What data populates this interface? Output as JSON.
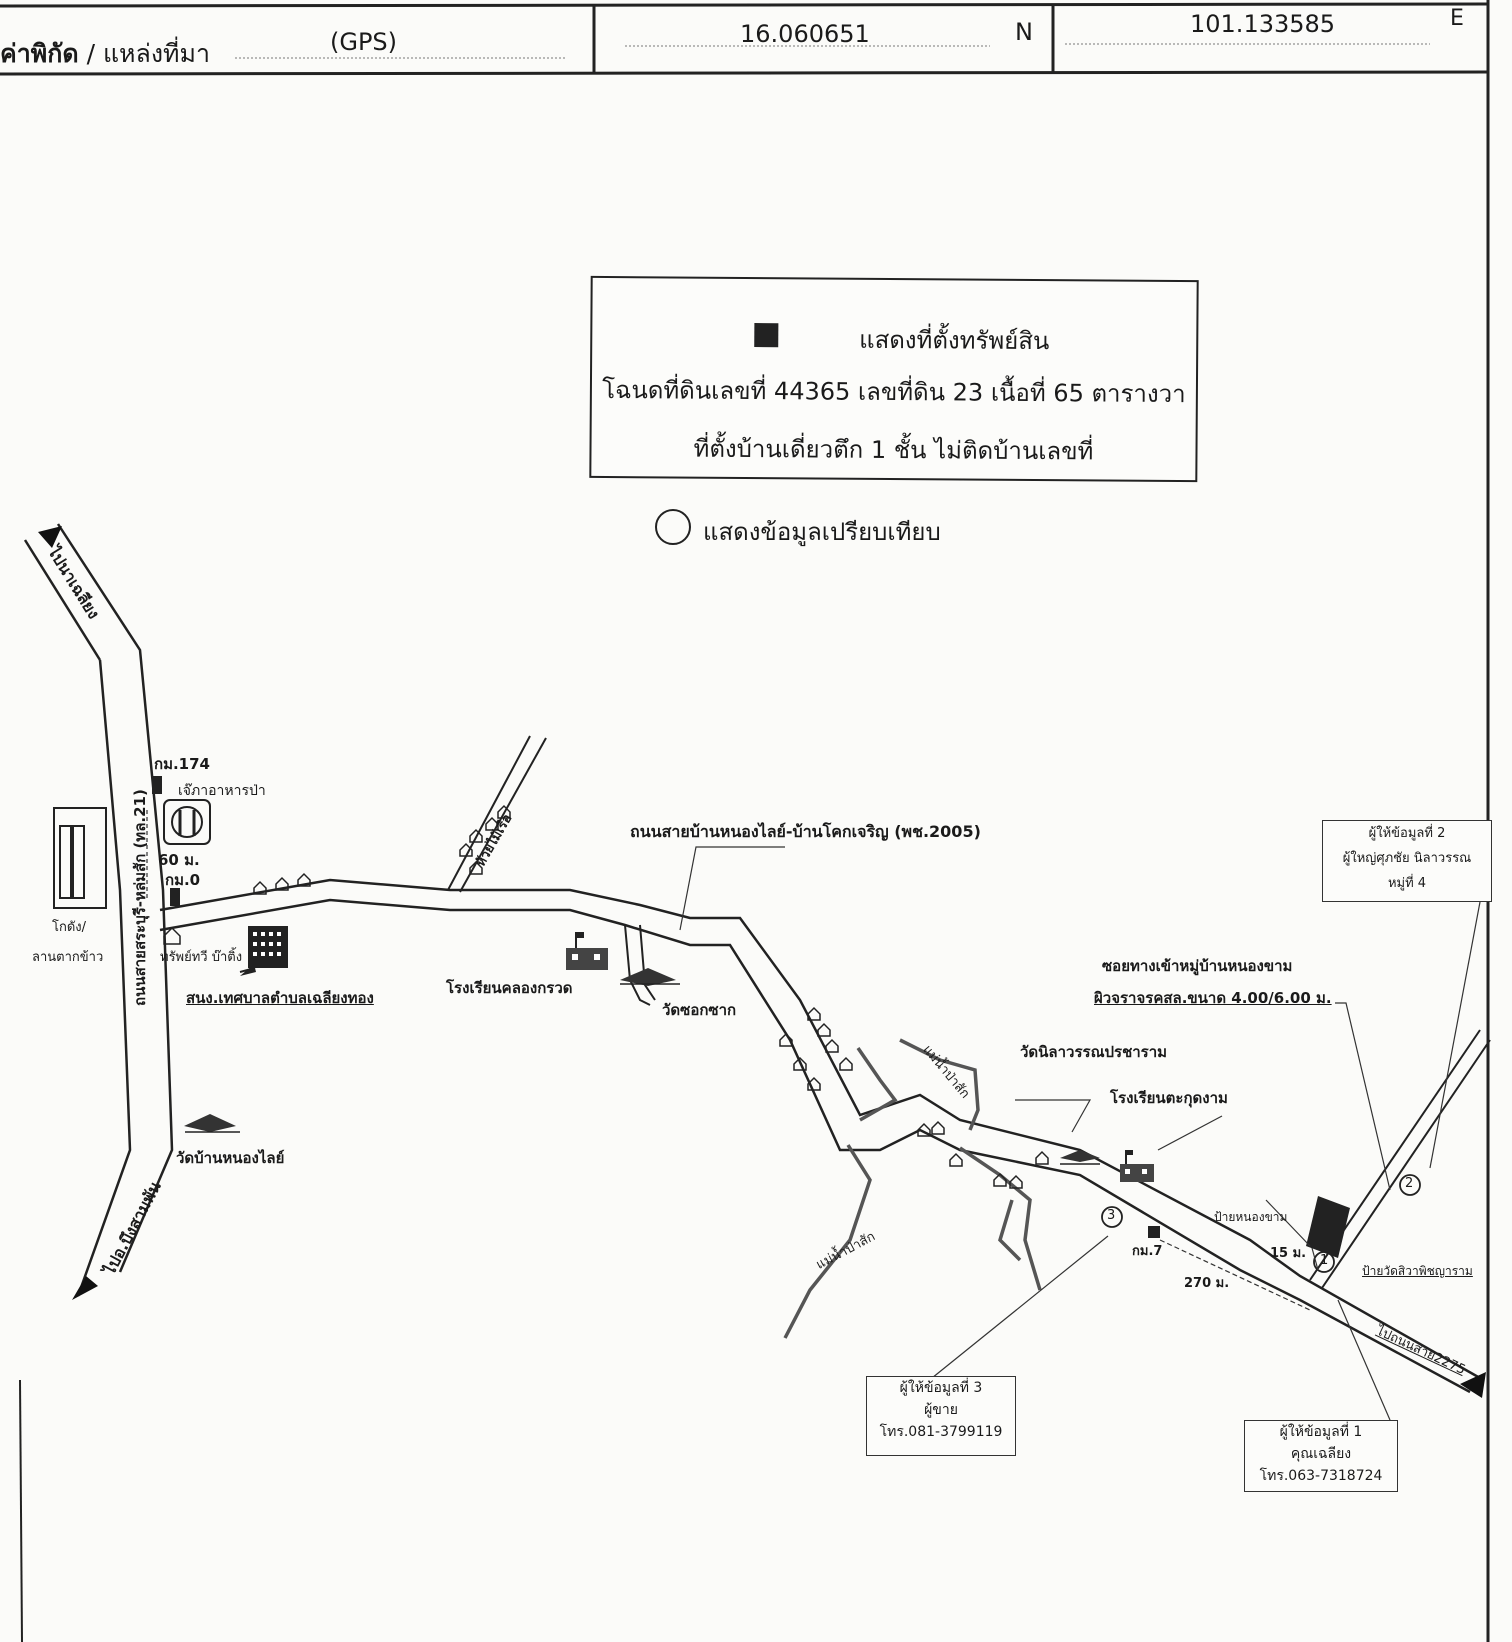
{
  "header": {
    "coord_label_bold": "ค่าพิกัด",
    "coord_label_rest": " / แหล่งที่มา",
    "source": "(GPS)",
    "lat_value": "16.060651",
    "lat_unit": "N",
    "lon_value": "101.133585",
    "lon_unit": "E"
  },
  "legend": {
    "line1": "แสดงที่ตั้งทรัพย์สิน",
    "line2": "โฉนดที่ดินเลขที่ 44365 เลขที่ดิน 23  เนื้อที่ 65 ตารางวา",
    "line3": "ที่ตั้งบ้านเดี่ยวตึก 1 ชั้น  ไม่ติดบ้านเลขที่",
    "circle_text": "แสดงข้อมูลเปรียบเทียบ"
  },
  "labels": {
    "to_na_chaliang": "ไปนาเฉลียง",
    "to_bueng_sam_phan": "ไปอ.บึงสามพัน",
    "highway21": "ถนนสายสระบุรี-หล่มสัก (ทล.21)",
    "km174": "กม.174",
    "restaurant": "เจ๊ภาอาหารป่า",
    "dist60": "60 ม.",
    "km0": "กม.0",
    "warehouse": "โกดัง/",
    "rice_yard": "ลานตากข้าว",
    "shop": "ทรัพย์ทวี บ๊าติ้ง",
    "municipality": "สนง.เทศบาลตำบลเฉลียงทอง",
    "school1": "โรงเรียนคลองกรวด",
    "temple1": "วัดซอกซาก",
    "temple2": "วัดบ้านหนองไลย์",
    "stream1": "ห้วยไม้เรือ",
    "main_road": "ถนนสายบ้านหนองไลย์-บ้านโคกเจริญ (พช.2005)",
    "stream2": "แม่น้ำป่าสัก",
    "stream3": "แม่น้ำป่าสัก",
    "temple3": "วัดนิลาวรรณปรชาราม",
    "school2": "โรงเรียนตะกุดงาม",
    "soi1": "ซอยทางเข้าหมู่บ้านหนองขาม",
    "soi2": "ผิวจราจรคสล.ขนาด 4.00/6.00 ม.",
    "sign1": "ป้ายหนองขาม",
    "dist15": "15 ม.",
    "sign2": "ป้ายวัดสิวาพิชญาราม",
    "km7": "กม.7",
    "dist270": "270 ม.",
    "to2275": "ไปถนนสาย2275",
    "num1": "1",
    "num2": "2",
    "num3": "3"
  },
  "informants": [
    {
      "line1": "ผู้ให้ข้อมูลที่ 2",
      "line2": "ผู้ใหญ่ศุภชัย  นิลาวรรณ",
      "line3": "หมู่ที่ 4"
    },
    {
      "line1": "ผู้ให้ข้อมูลที่ 3",
      "line2": "ผู้ขาย",
      "line3": "โทร.081-3799119"
    },
    {
      "line1": "ผู้ให้ข้อมูลที่ 1",
      "line2": "คุณเฉลียง",
      "line3": "โทร.063-7318724"
    }
  ]
}
